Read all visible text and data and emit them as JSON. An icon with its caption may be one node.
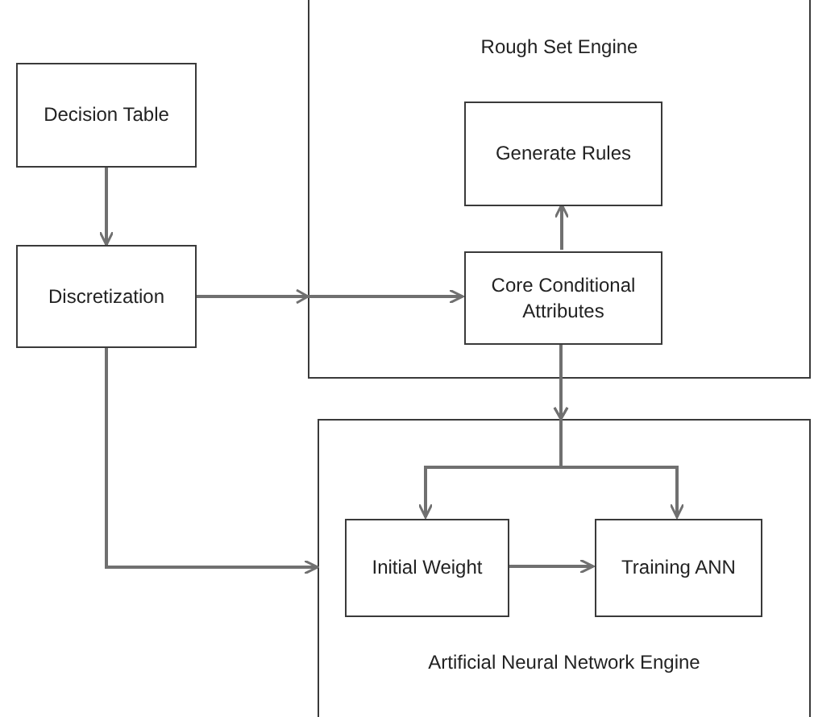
{
  "diagram": {
    "nodes": [
      {
        "text": [
          "Decision Table"
        ]
      },
      {
        "text": [
          "Rough Set Engine"
        ]
      },
      {
        "text": [
          "Generate Rules"
        ],
        "in": 1
      },
      {
        "text": [
          "Discretization"
        ]
      },
      {
        "text": [
          "Core Conditional Attributes"
        ],
        "in": 1
      },
      {
        "text": [
          "Artificial Neural Network Engine"
        ]
      },
      {
        "text": [
          "Initial Weight"
        ],
        "in": 5
      },
      {
        "text": [
          "Training ANN"
        ],
        "in": 5
      }
    ],
    "edges": [
      {
        "from": 0,
        "to": 3,
        "arrow": "to"
      },
      {
        "from": 3,
        "to": 4,
        "arrow": "to"
      },
      {
        "from": 4,
        "to": 2,
        "arrow": "to"
      },
      {
        "from": 4,
        "to": 6,
        "arrow": "to"
      },
      {
        "from": 4,
        "to": 7,
        "arrow": "to"
      },
      {
        "from": 3,
        "to": 5,
        "arrow": "to"
      },
      {
        "from": 6,
        "to": 7,
        "arrow": "to"
      }
    ]
  }
}
